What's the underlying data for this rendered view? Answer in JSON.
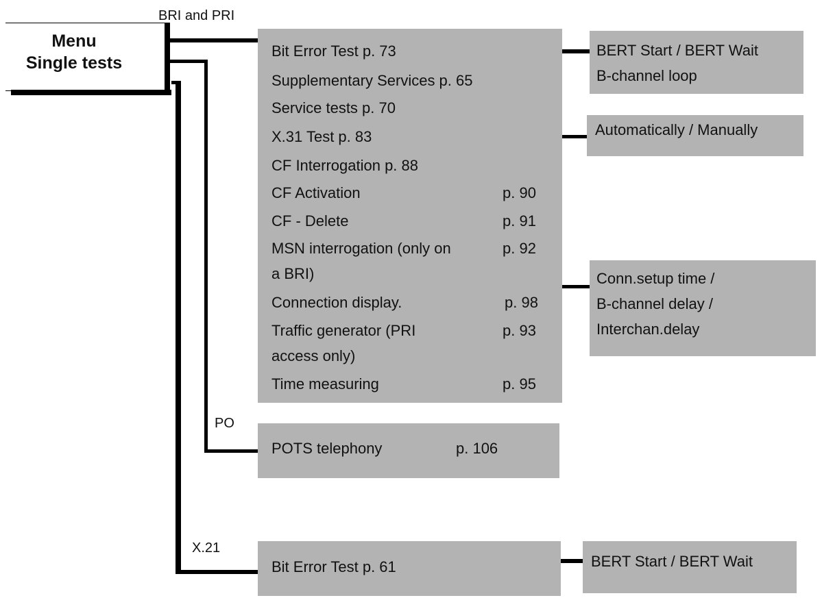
{
  "menu": {
    "title_line1": "Menu",
    "title_line2": "Single tests"
  },
  "branch_labels": {
    "bri_pri": "BRI and PRI",
    "po": "PO",
    "x21": "X.21"
  },
  "main_list": [
    {
      "text": "Bit Error Test p. 73",
      "page": ""
    },
    {
      "text": "Supplementary Services p. 65",
      "page": ""
    },
    {
      "text": "Service tests p. 70",
      "page": ""
    },
    {
      "text": "X.31 Test p. 83",
      "page": ""
    },
    {
      "text": "CF Interrogation p. 88",
      "page": ""
    },
    {
      "text": "CF Activation",
      "page": "p. 90"
    },
    {
      "text": "CF - Delete",
      "page": "p. 91"
    },
    {
      "text": "MSN interrogation (only on",
      "page": "p. 92"
    },
    {
      "text": "a BRI)",
      "page": ""
    },
    {
      "text": "Connection display.",
      "page": "p. 98"
    },
    {
      "text": "Traffic generator (PRI",
      "page": "p. 93"
    },
    {
      "text": "access only)",
      "page": ""
    },
    {
      "text": "Time measuring",
      "page": "p. 95"
    }
  ],
  "side_boxes": {
    "bert": {
      "line1": "BERT Start / BERT Wait",
      "line2": "B-channel loop"
    },
    "auto": {
      "line1": "Automatically / Manually"
    },
    "conn": {
      "line1": "Conn.setup time /",
      "line2": "B-channel delay /",
      "line3": "Interchan.delay"
    },
    "bert2": {
      "line1": "BERT Start / BERT Wait"
    }
  },
  "pots": {
    "text": "POTS telephony",
    "page": "p. 106"
  },
  "x21_box": {
    "text": "Bit Error Test p. 61"
  }
}
